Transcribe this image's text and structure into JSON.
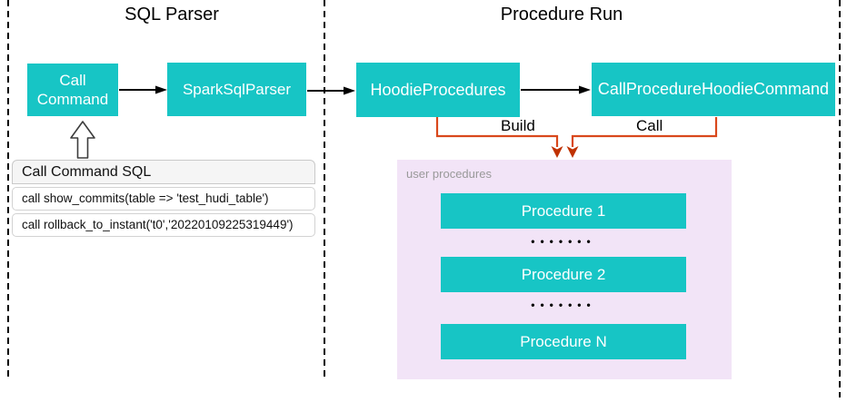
{
  "sections": {
    "sql_parser": {
      "title": "SQL Parser"
    },
    "procedure_run": {
      "title": "Procedure Run"
    }
  },
  "nodes": {
    "call_command": "Call Command",
    "spark_sql_parser": "SparkSqlParser",
    "hoodie_procedures": "HoodieProcedures",
    "call_procedure_hoodie_command": "CallProcedureHoodieCommand"
  },
  "edges": {
    "build_label": "Build",
    "call_label": "Call"
  },
  "sql_panel": {
    "title": "Call Command SQL",
    "queries": [
      "call show_commits(table => 'test_hudi_table')",
      "call rollback_to_instant('t0','20220109225319449')"
    ]
  },
  "procedures_panel": {
    "label": "user procedures",
    "items": [
      "Procedure 1",
      "Procedure 2",
      "Procedure N"
    ],
    "ellipsis": "•••••••"
  },
  "colors": {
    "node_teal": "#17c5c5",
    "connector_orange": "#d9481c",
    "arrowhead_red": "#bf3100",
    "panel_purple": "#f2e4f7",
    "sql_header_gray": "#f5f5f5",
    "muted_text": "#999999"
  }
}
